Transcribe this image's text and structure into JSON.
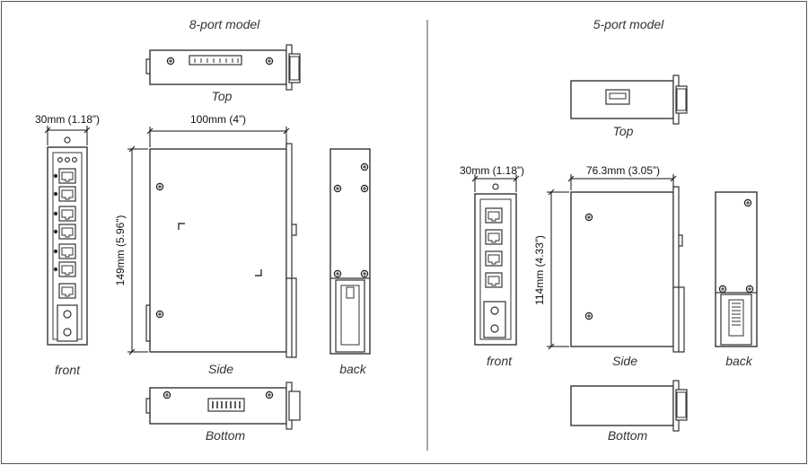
{
  "left_model": {
    "title": "8-port model",
    "views": {
      "top": "Top",
      "front": "front",
      "side": "Side",
      "back": "back",
      "bottom": "Bottom"
    },
    "dims": {
      "depth": "30mm (1.18”)",
      "width": "100mm (4”)",
      "height": "149mm (5.96”)"
    }
  },
  "right_model": {
    "title": "5-port model",
    "views": {
      "top": "Top",
      "front": "front",
      "side": "Side",
      "back": "back",
      "bottom": "Bottom"
    },
    "dims": {
      "depth": "30mm (1.18”)",
      "width": "76.3mm (3.05”)",
      "height": "114mm (4.33”)"
    }
  }
}
